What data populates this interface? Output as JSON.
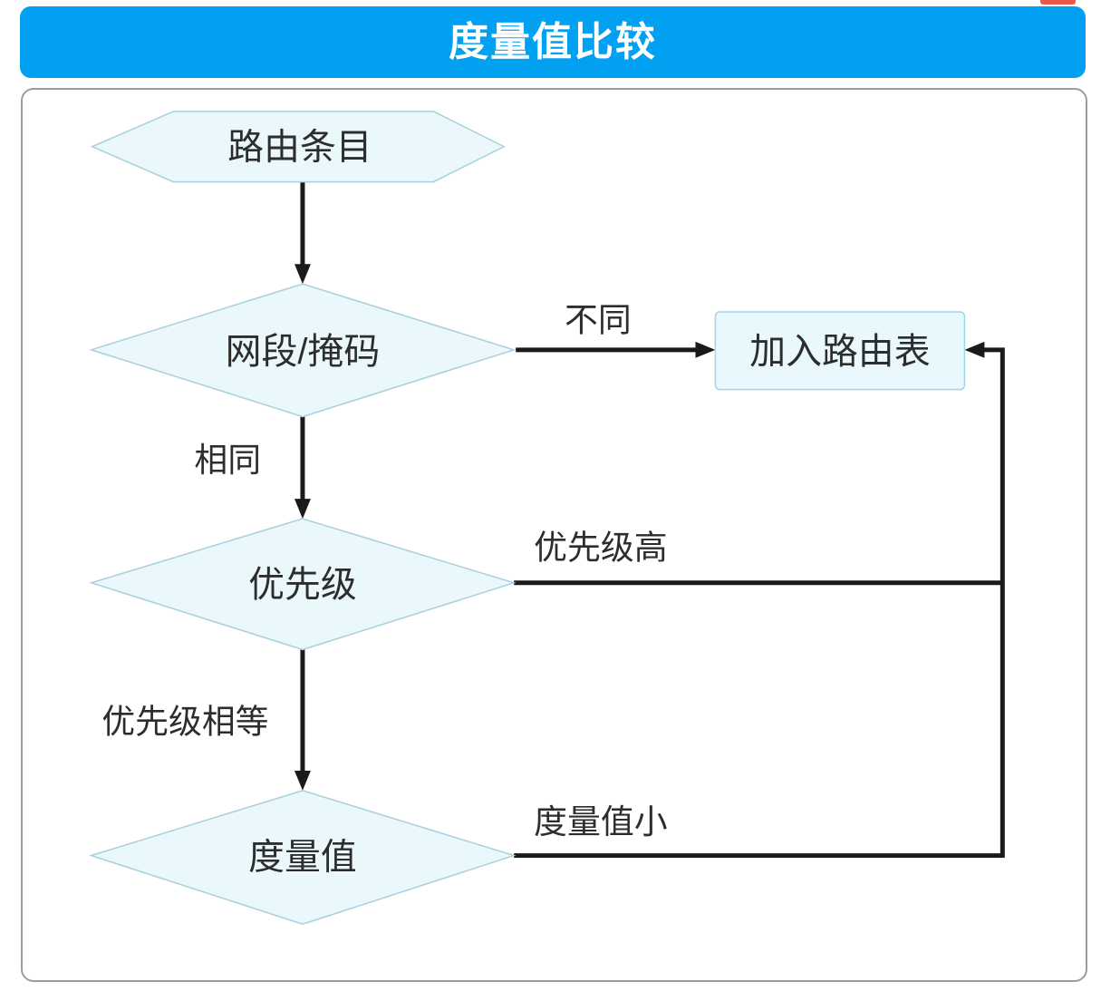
{
  "header": {
    "title": "度量值比较"
  },
  "flowchart": {
    "nodes": [
      {
        "id": "route-entry",
        "type": "hexagon",
        "label": "路由条目"
      },
      {
        "id": "segment-mask",
        "type": "diamond",
        "label": "网段/掩码"
      },
      {
        "id": "add-routing-table",
        "type": "rect",
        "label": "加入路由表"
      },
      {
        "id": "priority",
        "type": "diamond",
        "label": "优先级"
      },
      {
        "id": "metric",
        "type": "diamond",
        "label": "度量值"
      }
    ],
    "edge_labels": [
      {
        "id": "different",
        "text": "不同"
      },
      {
        "id": "same",
        "text": "相同"
      },
      {
        "id": "priority-high",
        "text": "优先级高"
      },
      {
        "id": "priority-equal",
        "text": "优先级相等"
      },
      {
        "id": "metric-small",
        "text": "度量值小"
      }
    ],
    "colors": {
      "header_bg": "#02a0f0",
      "header_text": "#ffffff",
      "shape_fill": "#eaf7fb",
      "shape_stroke": "#a9cfdd",
      "connector": "#1a1a1a",
      "label_text": "#2d2d2d",
      "panel_border": "#9d9d9d",
      "red_indicator": "#e8584d"
    }
  }
}
